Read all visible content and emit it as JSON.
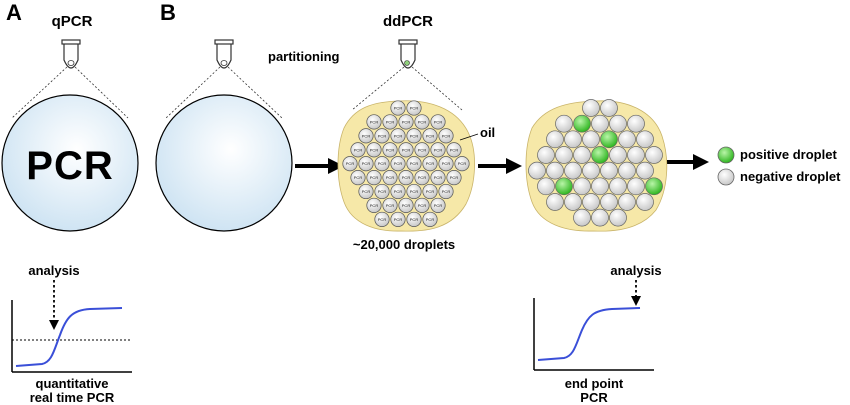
{
  "panel_a": {
    "letter": "A",
    "title": "qPCR",
    "circle_text": "PCR",
    "analysis_label": "analysis",
    "caption_line1": "quantitative",
    "caption_line2": "real time PCR"
  },
  "panel_b": {
    "letter": "B",
    "title": "ddPCR",
    "partitioning_label": "partitioning",
    "oil_label": "oil",
    "droplets_label": "~20,000 droplets",
    "droplet_text": "PCR",
    "legend": {
      "positive": "positive droplet",
      "negative": "negative droplet"
    },
    "analysis_label": "analysis",
    "caption_line1": "end point",
    "caption_line2": "PCR"
  },
  "colors": {
    "circle_fill": "#deeef8",
    "oil_fill": "#f6e8a8",
    "droplet_gray": "#dcdcdc",
    "positive_green": "#44cc33",
    "curve_blue": "#3a4fd8"
  }
}
